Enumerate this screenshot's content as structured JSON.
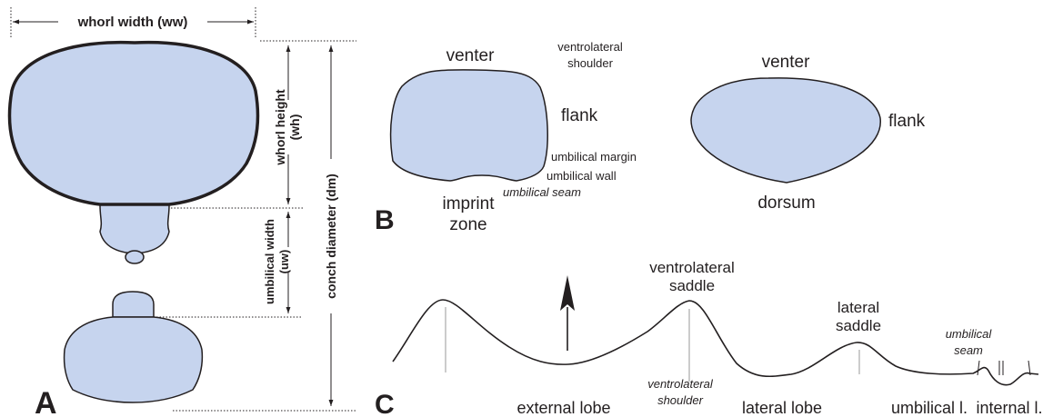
{
  "panel_a": {
    "letter": "A",
    "whorl_width": "whorl width (ww)",
    "whorl_height_line1": "whorl height",
    "whorl_height_line2": "(wh)",
    "umbilical_width_line1": "umbilical width",
    "umbilical_width_line2": "(uw)",
    "conch_diameter": "conch diameter (dm)"
  },
  "panel_b": {
    "letter": "B",
    "left_section": {
      "venter": "venter",
      "ventrolateral_shoulder_line1": "ventrolateral",
      "ventrolateral_shoulder_line2": "shoulder",
      "flank": "flank",
      "umbilical_margin": "umbilical margin",
      "umbilical_wall": "umbilical wall",
      "umbilical_seam": "umbilical seam",
      "imprint_zone_line1": "imprint",
      "imprint_zone_line2": "zone"
    },
    "right_section": {
      "venter": "venter",
      "flank": "flank",
      "dorsum": "dorsum"
    }
  },
  "panel_c": {
    "letter": "C",
    "ventrolateral_saddle_line1": "ventrolateral",
    "ventrolateral_saddle_line2": "saddle",
    "lateral_saddle_line1": "lateral",
    "lateral_saddle_line2": "saddle",
    "umbilical_seam_line1": "umbilical",
    "umbilical_seam_line2": "seam",
    "ventrolateral_shoulder_line1": "ventrolateral",
    "ventrolateral_shoulder_line2": "shoulder",
    "external_lobe": "external lobe",
    "lateral_lobe": "lateral lobe",
    "umbilical_lobe": "umbilical l.",
    "internal_lobe": "internal l."
  },
  "colors": {
    "shell_fill": "#c6d4ee",
    "outline": "#231f20",
    "guide_line": "#999999"
  }
}
